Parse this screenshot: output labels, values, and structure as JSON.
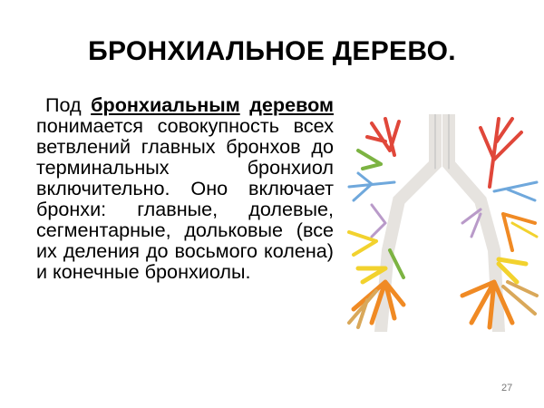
{
  "slide": {
    "title": "БРОНХИАЛЬНОЕ ДЕРЕВО.",
    "body": {
      "intro": "Под ",
      "term_1": "бронхиальным",
      "space": " ",
      "term_2": "деревом",
      "rest": " понимается совокупность всех ветвлений главных бронхов до терминальных бронхиол включительно. Оно включает бронхи: главные, долевые, сегментарные, дольковые (все их деления до восьмого колена) и конечные бронхиолы."
    },
    "figure": {
      "icon": "bronchial-tree-illustration",
      "colors": {
        "red": "#e0473a",
        "green": "#7cb342",
        "blue": "#6fa8dc",
        "violet": "#b99ac9",
        "yellow": "#f2d22e",
        "orange": "#f08a24",
        "tan": "#d9a85a",
        "trachea": "#e6e3df"
      }
    },
    "page_number": "27"
  }
}
